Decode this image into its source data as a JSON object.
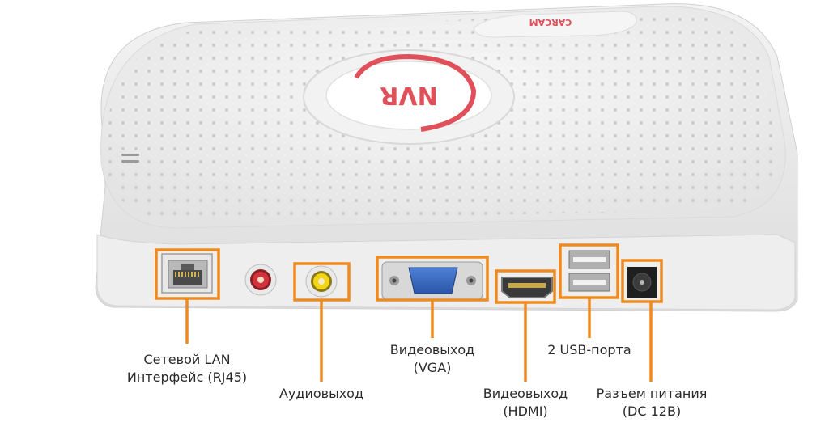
{
  "device": {
    "brand_logo": "CARCAM",
    "center_logo": "NVR"
  },
  "colors": {
    "callout": "#f08a1c",
    "body": "#ececec",
    "logo_red": "#e0505a"
  },
  "callouts": [
    {
      "id": "lan",
      "label_lines": [
        "Сетевой LAN",
        "Интерфейс (RJ45)"
      ]
    },
    {
      "id": "audio",
      "label_lines": [
        "Аудиовыход"
      ]
    },
    {
      "id": "vga",
      "label_lines": [
        "Видеовыход",
        "(VGA)"
      ]
    },
    {
      "id": "hdmi",
      "label_lines": [
        "Видеовыход",
        "(HDMI)"
      ]
    },
    {
      "id": "usb",
      "label_lines": [
        "2 USB-порта"
      ]
    },
    {
      "id": "power",
      "label_lines": [
        "Разъем питания",
        "(DC 12В)"
      ]
    }
  ]
}
